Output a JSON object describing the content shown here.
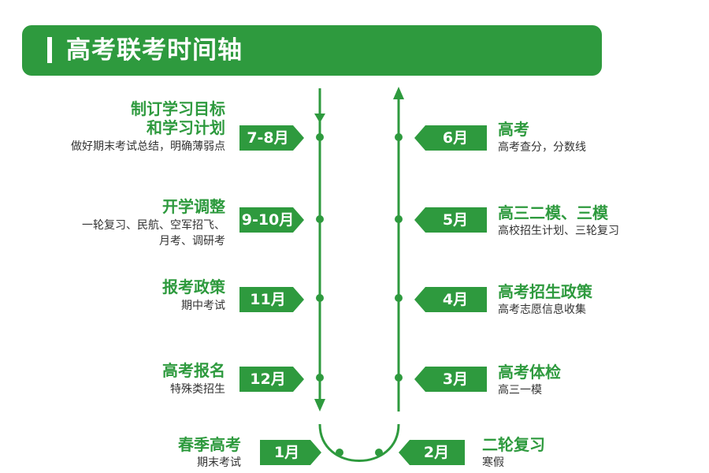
{
  "header": {
    "title": "高考联考时间轴"
  },
  "colors": {
    "accent": "#2e9a3e",
    "text": "#333333",
    "background": "#ffffff"
  },
  "left_events": [
    {
      "month": "7-8月",
      "title_lines": [
        "制订学习目标",
        "和学习计划"
      ],
      "desc_lines": [
        "做好期末考试总结，明确薄弱点"
      ]
    },
    {
      "month": "9-10月",
      "title_lines": [
        "开学调整"
      ],
      "desc_lines": [
        "一轮复习、民航、空军招飞、",
        "月考、调研考"
      ]
    },
    {
      "month": "11月",
      "title_lines": [
        "报考政策"
      ],
      "desc_lines": [
        "期中考试"
      ]
    },
    {
      "month": "12月",
      "title_lines": [
        "高考报名"
      ],
      "desc_lines": [
        "特殊类招生"
      ]
    },
    {
      "month": "1月",
      "title_lines": [
        "春季高考"
      ],
      "desc_lines": [
        "期末考试"
      ]
    }
  ],
  "right_events": [
    {
      "month": "6月",
      "title_lines": [
        "高考"
      ],
      "desc_lines": [
        "高考查分，分数线"
      ]
    },
    {
      "month": "5月",
      "title_lines": [
        "高三二模、三模"
      ],
      "desc_lines": [
        "高校招生计划、三轮复习"
      ]
    },
    {
      "month": "4月",
      "title_lines": [
        "高考招生政策"
      ],
      "desc_lines": [
        "高考志愿信息收集"
      ]
    },
    {
      "month": "3月",
      "title_lines": [
        "高考体检"
      ],
      "desc_lines": [
        "高三一模"
      ]
    },
    {
      "month": "2月",
      "title_lines": [
        "二轮复习"
      ],
      "desc_lines": [
        "寒假"
      ]
    }
  ]
}
